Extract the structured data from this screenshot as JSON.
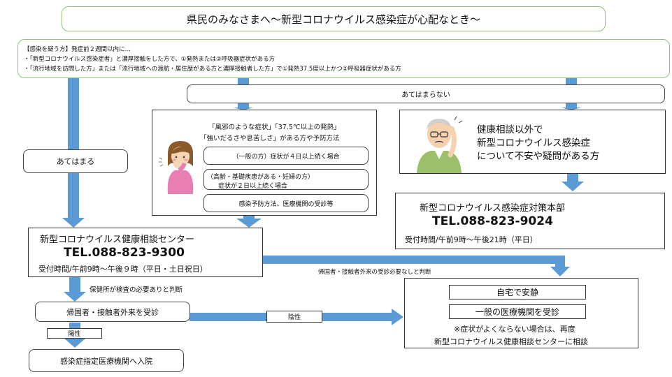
{
  "title": "県民のみなさまへ～新型コロナウイルス感染症が心配なとき～",
  "criteria": {
    "line1": "【感染を疑う方】発症前２週間以内に…",
    "line2": "・「新型コロナウイルス感染症者」と濃厚接触をした方で、①発熱または②呼吸器症状がある方",
    "line3": "・「流行地域を訪問した方」または「流行地域への渡航・居住歴がある方と濃厚接触者した方」で①発熱37.5度以上かつ②呼吸器症状がある方"
  },
  "not_applicable": "あてはまらない",
  "applicable": "あてはまる",
  "symptoms": {
    "heading1": "「風邪のような症状」「37.5℃以上の発熱」",
    "heading2": "「強いだるさや息苦しさ」がある方や予防方法",
    "item1": "（一般の方）症状が４日以上続く場合",
    "item2a": "（高齢・基礎疾患がある・妊婦の方）",
    "item2b": "症状が２日以上続く場合",
    "item3": "感染予防方法、医療機関の受診等"
  },
  "worry": {
    "line1": "健康相談以外で",
    "line2": "新型コロナウイルス感染症",
    "line3": "について不安や疑問がある方"
  },
  "hq": {
    "name": "新型コロナウイルス感染症対策本部",
    "tel": "TEL.088-823-9024",
    "hours": "受付時間/午前9時～午後21時（平日）"
  },
  "center": {
    "name": "新型コロナウイルス健康相談センター",
    "tel": "TEL.088-823-9300",
    "hours": "受付時間/午前9時～午後９時（平日・土日祝日）"
  },
  "no_need_label": "帰国者・接触者外来の受診必要なしと判断",
  "test_needed_label": "保健所が検査の必要ありと判断",
  "outpatient": "帰国者・接触者外来を受診",
  "negative_label": "陰性",
  "positive_label": "陽性",
  "hospitalize": "感染症指定医療機関へ入院",
  "home": {
    "rest": "自宅で安静",
    "clinic": "一般の医療機関を受診",
    "note1": "※症状がよくならない場合は、再度",
    "note2": "新型コロナウイルス健康相談センターに相談"
  },
  "colors": {
    "arrow": "#5b9bd5",
    "green_border": "#8cc47a"
  }
}
